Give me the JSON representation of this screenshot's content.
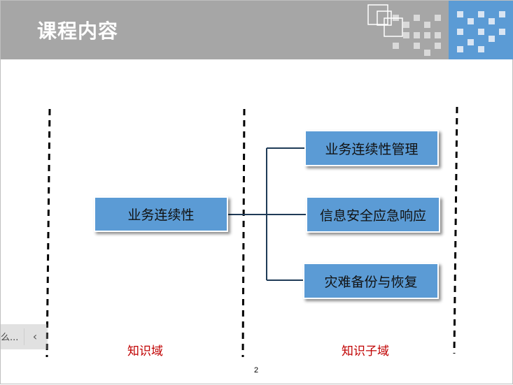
{
  "slide": {
    "title": "课程内容",
    "page_number": "2"
  },
  "diagram": {
    "root": "业务连续性",
    "children": [
      "业务连续性管理",
      "信息安全应急响应",
      "灾难备份与恢复"
    ],
    "column_labels": [
      "知识域",
      "知识子域"
    ]
  },
  "viewer_overlay": {
    "truncated_text": "么...",
    "back_icon": "chevron-left-icon"
  },
  "colors": {
    "header_gray": "#a6a6a6",
    "header_blue": "#5b9bd5",
    "box_fill": "#5b9bd5",
    "connector": "#1f3b57",
    "label_red": "#c00000"
  }
}
